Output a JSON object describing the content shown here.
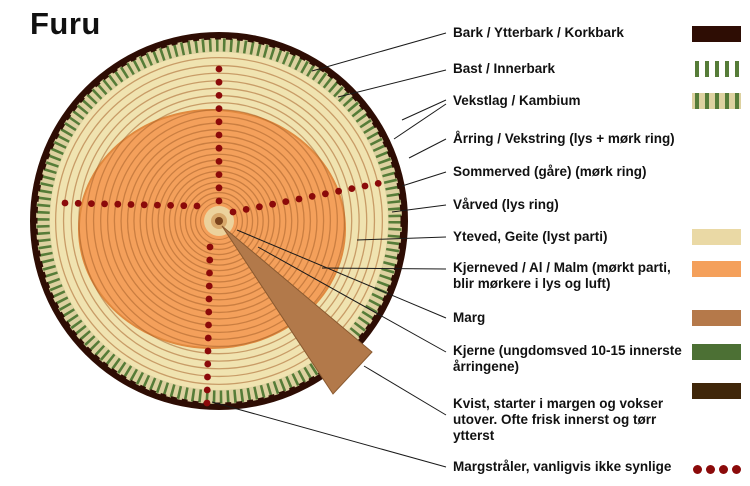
{
  "title": "Furu",
  "legend": {
    "items": [
      {
        "id": "bark",
        "text": "Bark / Ytterbark / Korkbark"
      },
      {
        "id": "bast",
        "text": "Bast / Innerbark"
      },
      {
        "id": "vekstlag",
        "text": "Vekstlag / Kambium"
      },
      {
        "id": "aarring",
        "text": "Årring / Vekstring  (lys + mørk ring)"
      },
      {
        "id": "sommerved",
        "text": "Sommerved (gåre) (mørk ring)"
      },
      {
        "id": "vaarved",
        "text": "Vårved (lys ring)"
      },
      {
        "id": "yteved",
        "text": "Yteved, Geite (lyst parti)"
      },
      {
        "id": "kjerneved",
        "text": "Kjerneved / Al / Malm (mørkt parti, blir mørkere i lys og luft)"
      },
      {
        "id": "marg",
        "text": "Marg"
      },
      {
        "id": "kjerne",
        "text": "Kjerne (ungdomsved 10-15 innerste årringene)"
      },
      {
        "id": "kvist",
        "text": "Kvist, starter i margen og vokser utover. Ofte frisk innerst og tørr ytterst"
      },
      {
        "id": "margstraaler",
        "text": "Margstråler, vanligvis ikke synlige"
      }
    ]
  },
  "colors": {
    "bark": "#2e0d04",
    "bast_bg": "#ddd1a0",
    "bast_stripe": "#567c38",
    "vekstlag_bg": "#ddd1a0",
    "yteved": "#ead9a5",
    "kjerneved": "#f4a05b",
    "marg": "#b5794a",
    "kjerne": "#4c7034",
    "kvist": "#40270a",
    "kvist_wedge": "#b2794a",
    "margstraler_dot": "#8b0a0a",
    "ring_outer_bg": "#f0e3b0",
    "ring_line": "rgba(168,98,44,0.55)",
    "leader_line": "#1a1a1a"
  }
}
